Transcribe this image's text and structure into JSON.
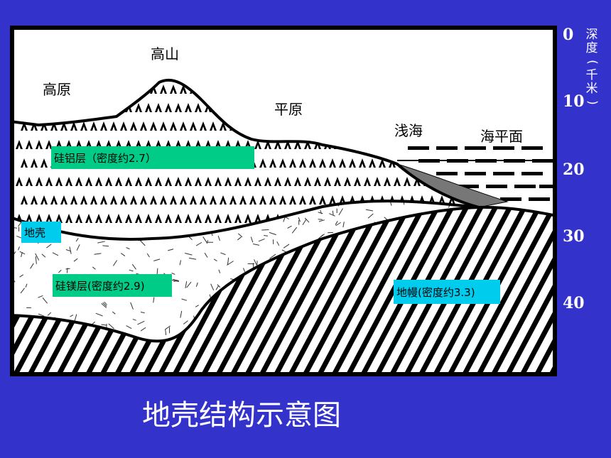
{
  "labels": {
    "high_mountain": "高山",
    "plateau": "高原",
    "plain": "平原",
    "shallow_sea": "浅海",
    "sea_level": "海平面"
  },
  "layers": {
    "sial": "硅铝层（密度约2.7）",
    "crust": "地壳",
    "sima": "硅镁层(密度约2.9)",
    "mantle": "地幔(密度约3.3)"
  },
  "depth_axis": {
    "title_chars": [
      "深",
      "度",
      "(",
      "千",
      "米",
      ")"
    ],
    "ticks": [
      "0",
      "10",
      "20",
      "30",
      "40"
    ]
  },
  "caption": "地壳结构示意图",
  "colors": {
    "background": "#3333cc",
    "sial_box": "#00cc88",
    "mantle_box": "#00ccee"
  }
}
